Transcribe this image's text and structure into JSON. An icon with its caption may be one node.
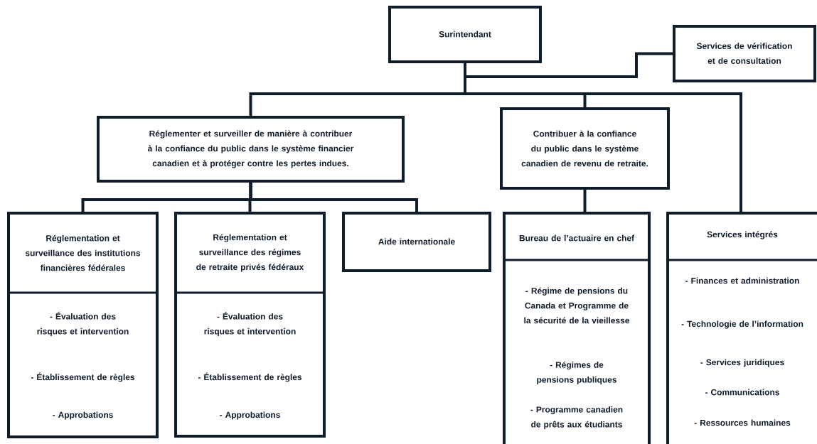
{
  "diagram": {
    "nodes": [
      {
        "text": [
          "Surintendant"
        ]
      },
      {
        "text": [
          "Services de vérification et de consultation"
        ]
      },
      {
        "text": [
          "Réglementer et surveiller de manière à contribuer à la confiance du public dans le système financier canadien et à protéger contre les pertes indues."
        ]
      },
      {
        "text": [
          "Contribuer à la confiance du public dans le système canadien de revenu de retraite."
        ]
      },
      {
        "text": [
          "Réglementation et surveillance des institutions financières fédérales",
          "- Évaluation des risques et intervention",
          "- Établissement de règles",
          "- Approbations"
        ]
      },
      {
        "text": [
          "Réglementation et surveillance des régimes de retraite privés fédéraux",
          "- Évaluation des risques et intervention",
          "- Établissement de règles",
          "-  Approbations"
        ]
      },
      {
        "text": [
          "Aide internationale"
        ]
      },
      {
        "text": [
          "Bureau de l’actuaire en chef",
          "- Régime de pensions du Canada et Programme de la sécurité de la vieillesse",
          "- Régimes de pensions publiques",
          "- Programme canadien de prêts aux étudiants"
        ]
      },
      {
        "text": [
          "Services intégrés",
          "- Finances et administration",
          "- Technologie de l’information",
          "- Services juridiques",
          "- Communications",
          "- Ressources humaines"
        ]
      }
    ],
    "edges": [
      {
        "from": 0,
        "to": 1,
        "arrow": "none"
      },
      {
        "from": 0,
        "to": 2,
        "arrow": "none"
      },
      {
        "from": 0,
        "to": 3,
        "arrow": "none"
      },
      {
        "from": 0,
        "to": 8,
        "arrow": "none"
      },
      {
        "from": 2,
        "to": 4,
        "arrow": "none"
      },
      {
        "from": 2,
        "to": 5,
        "arrow": "none"
      },
      {
        "from": 2,
        "to": 6,
        "arrow": "none"
      },
      {
        "from": 3,
        "to": 7,
        "arrow": "none"
      }
    ]
  }
}
